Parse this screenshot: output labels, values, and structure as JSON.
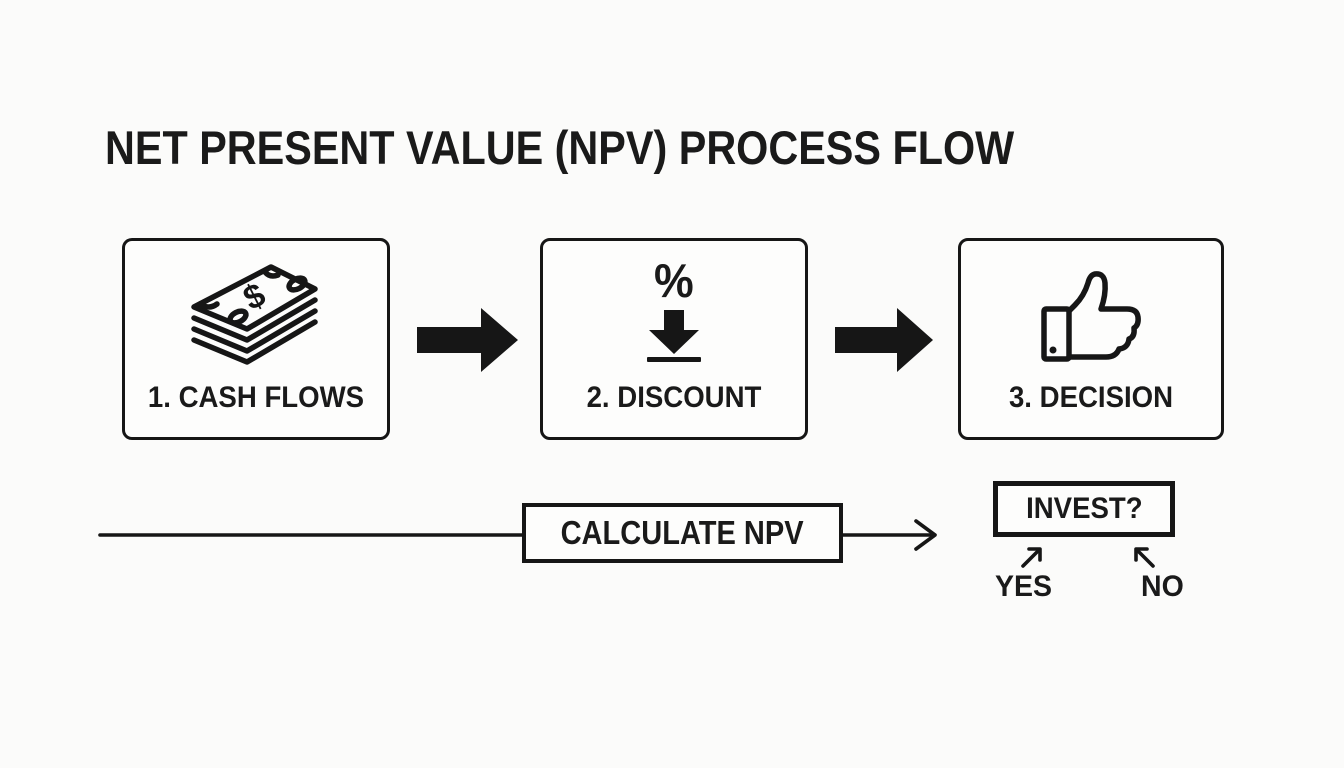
{
  "title": "NET PRESENT VALUE (NPV) PROCESS FLOW",
  "colors": {
    "ink": "#1a1a1a",
    "border": "#161616",
    "background": "#fbfbfa",
    "box_fill": "#fdfdfc"
  },
  "steps": [
    {
      "label": "1. CASH FLOWS",
      "icon": "cash-stack-icon",
      "glyph": "$"
    },
    {
      "label": "2. DISCOUNT",
      "icon": "percent-down-arrow-icon",
      "glyph": "%"
    },
    {
      "label": "3. DECISION",
      "icon": "thumbs-up-icon"
    }
  ],
  "connectors": {
    "between_steps": "block-arrow-icon",
    "timeline": "line-arrow-icon"
  },
  "flow": {
    "calculate_label": "CALCULATE NPV",
    "invest_label": "INVEST?",
    "yes_label": "YES",
    "no_label": "NO"
  }
}
